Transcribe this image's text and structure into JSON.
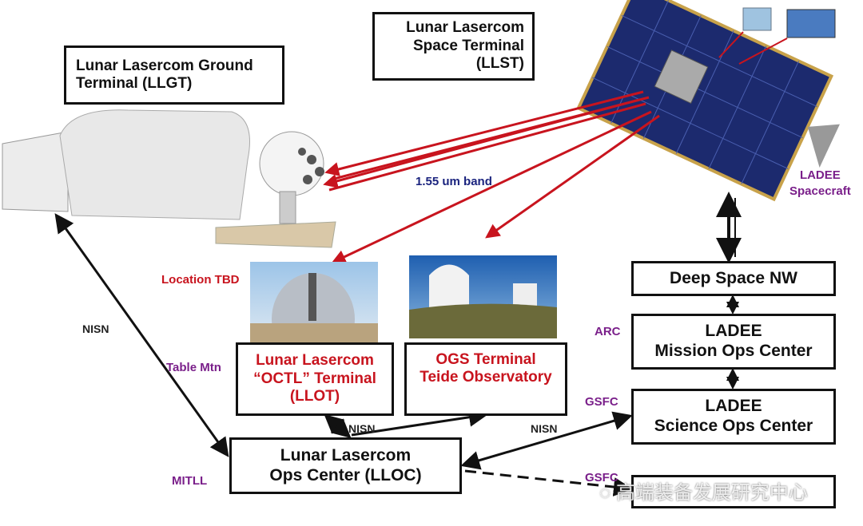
{
  "boxes": {
    "llgt": [
      "Lunar Lasercom Ground",
      "Terminal (LLGT)"
    ],
    "llst": [
      "Lunar Lasercom",
      "Space Terminal",
      "(LLST)"
    ],
    "dsn": "Deep Space NW",
    "moc": [
      "LADEE",
      "Mission Ops Center"
    ],
    "soc": [
      "LADEE",
      "Science Ops Center"
    ],
    "llot": [
      "Lunar Lasercom",
      "“OCTL” Terminal",
      "(LLOT)"
    ],
    "ogs": [
      "OGS Terminal",
      "Teide Observatory"
    ],
    "lloc": [
      "Lunar Lasercom",
      "Ops Center (LLOC)"
    ]
  },
  "labels": {
    "band": "1.55 um band",
    "spacecraft": [
      "LADEE",
      "Spacecraft"
    ],
    "arc": "ARC",
    "gsfc1": "GSFC",
    "gsfc2": "GSFC",
    "location": "Location TBD",
    "table_mtn": "Table Mtn",
    "mitll": "MITLL",
    "nisn1": "NISN",
    "nisn2": "NISN",
    "nisn3": "NISN"
  },
  "watermark": "高端装备发展研究中心",
  "colors": {
    "laser": "#c8141e",
    "purple": "#7a1f8a",
    "navy": "#1a237e"
  }
}
